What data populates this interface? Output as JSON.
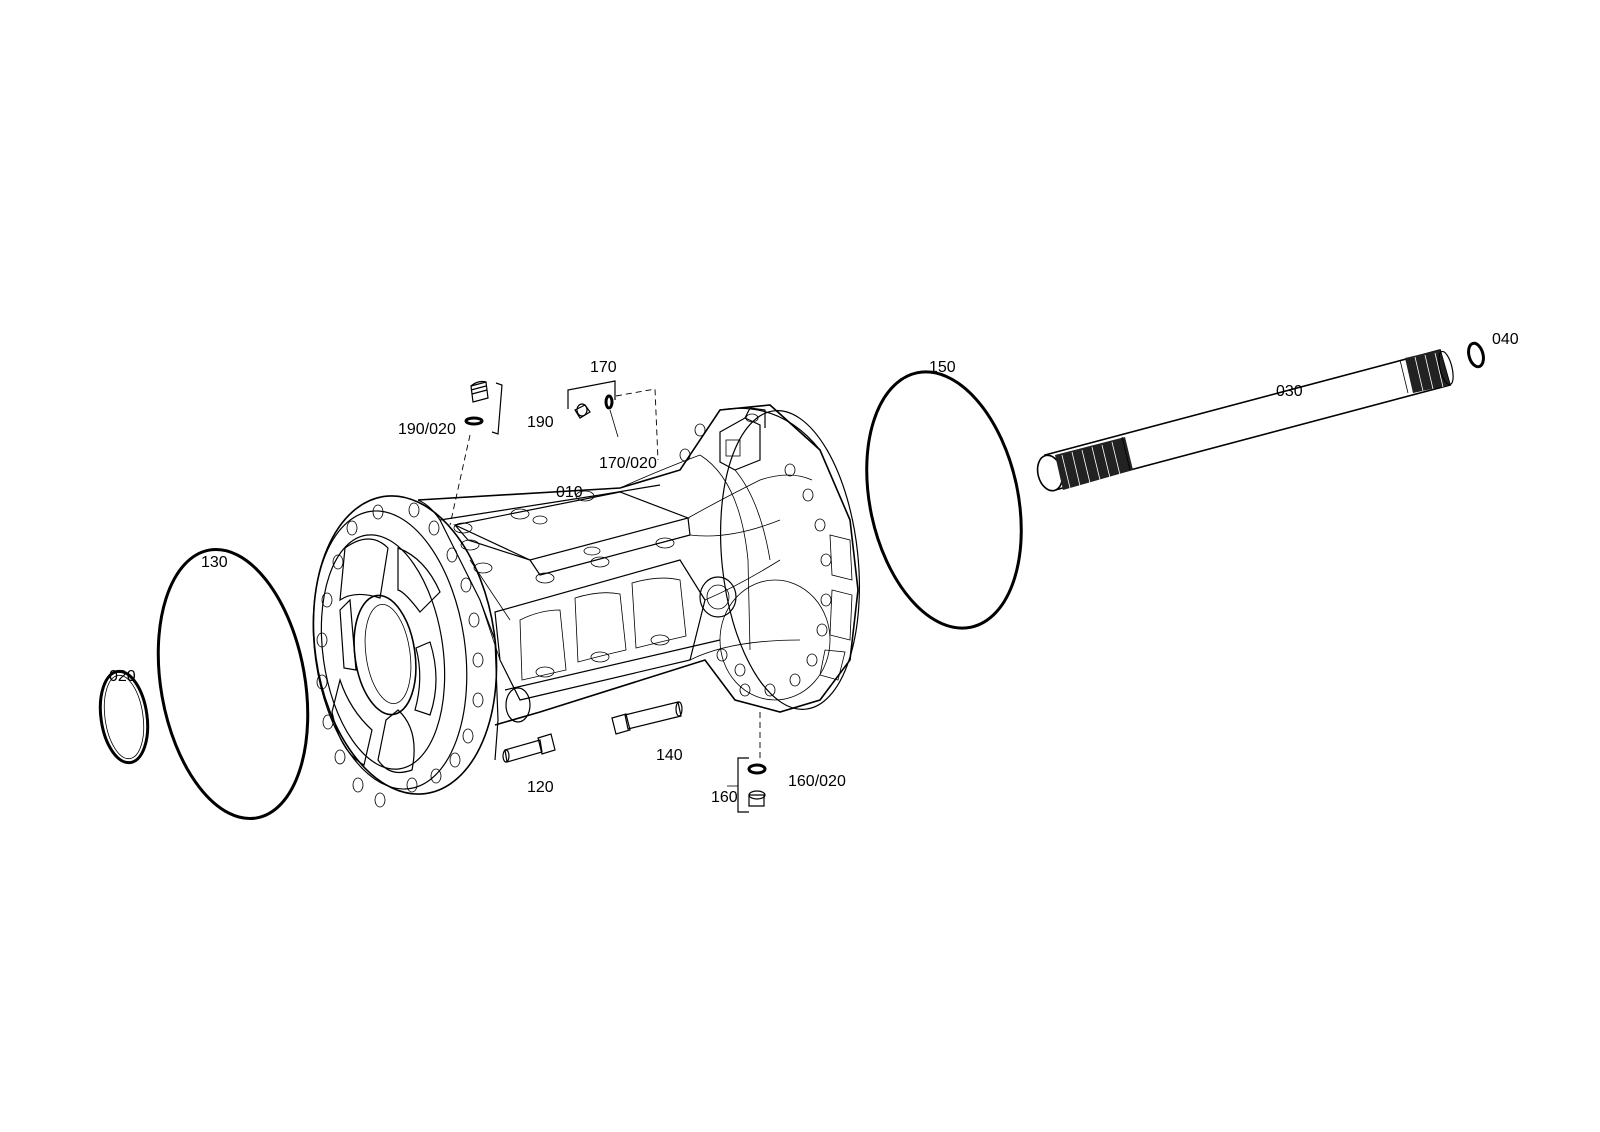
{
  "parts": [
    {
      "id": "housing",
      "label": "010"
    },
    {
      "id": "small-ring",
      "label": "020"
    },
    {
      "id": "axle-shaft",
      "label": "030"
    },
    {
      "id": "end-ring",
      "label": "040"
    },
    {
      "id": "bolt-120",
      "label": "120"
    },
    {
      "id": "large-o-ring-left",
      "label": "130"
    },
    {
      "id": "bolt-140",
      "label": "140"
    },
    {
      "id": "large-o-ring-right",
      "label": "150"
    },
    {
      "id": "plug-160",
      "label": "160"
    },
    {
      "id": "seal-160",
      "label": "160/020"
    },
    {
      "id": "plug-170",
      "label": "170"
    },
    {
      "id": "seal-170",
      "label": "170/020"
    },
    {
      "id": "plug-190",
      "label": "190"
    },
    {
      "id": "seal-190",
      "label": "190/020"
    }
  ]
}
